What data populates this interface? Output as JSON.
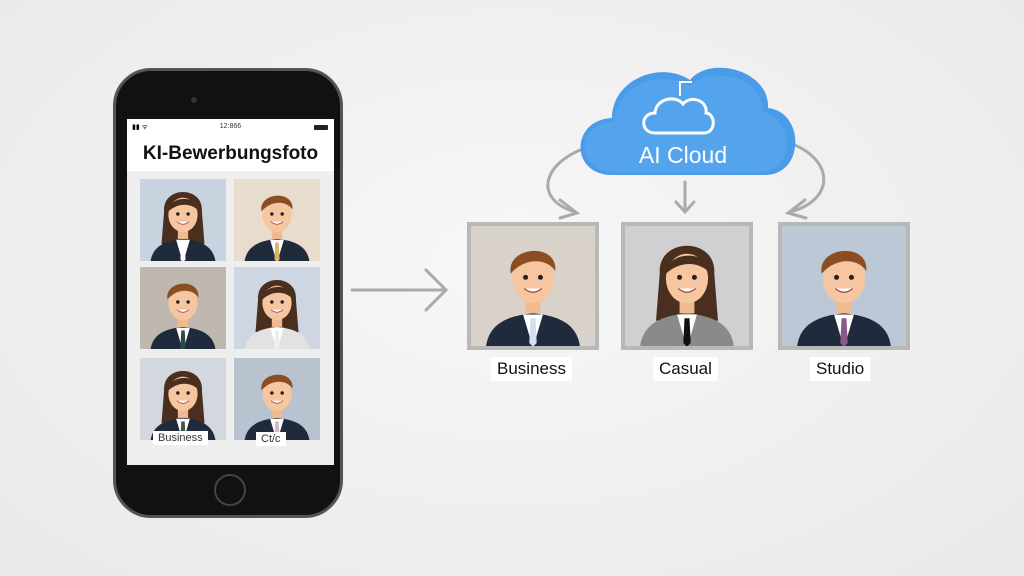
{
  "phone": {
    "status_time": "12:866",
    "app_title": "KI-Bewerbungsfoto",
    "thumbnails": [
      {
        "gender": "f",
        "bg": "#c9d3e0",
        "tie": "#fff"
      },
      {
        "gender": "m",
        "bg": "#e8dccd",
        "tie": "#d9b56a"
      },
      {
        "gender": "m",
        "bg": "#bfb8b0",
        "tie": "#2d4a44"
      },
      {
        "gender": "f",
        "bg": "#cdd6e2",
        "tie": "#eee",
        "suit": "#e2e2e2"
      },
      {
        "gender": "f",
        "bg": "#d3d8df",
        "tie": "#3a5a4a"
      },
      {
        "gender": "m",
        "bg": "#b9c2cf",
        "tie": "#d5b5c8"
      }
    ],
    "thumb_labels": [
      "Business",
      "Ct/c"
    ]
  },
  "cloud": {
    "label": "AI Cloud",
    "color": "#4a9be8"
  },
  "outputs": [
    {
      "label": "Business",
      "gender": "m",
      "bg": "#d8d2cb",
      "tie": "#cfe0ee"
    },
    {
      "label": "Casual",
      "gender": "f",
      "bg": "#d0d0d0",
      "tie": "#111",
      "suit": "#8a8a8a"
    },
    {
      "label": "Studio",
      "gender": "m",
      "bg": "#bcc8d6",
      "tie": "#8a5a8a"
    }
  ]
}
